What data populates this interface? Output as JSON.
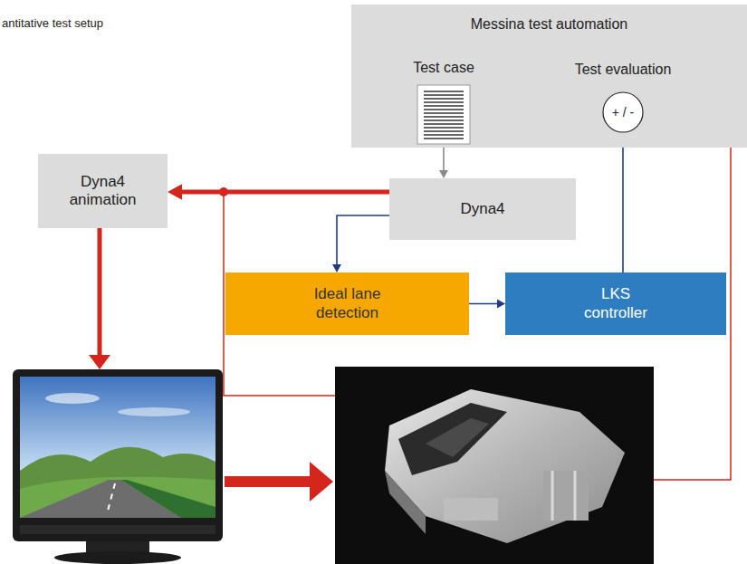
{
  "diagram": {
    "title": "antitative test setup",
    "nodes": [
      {
        "text": [
          "Messina test automation"
        ]
      },
      {
        "text": [
          "Test case"
        ],
        "in": 0
      },
      {
        "text": [
          "Test evaluation",
          "+ / -"
        ],
        "in": 0
      },
      {
        "text": [
          "Dyna4 animation"
        ]
      },
      {
        "text": [
          "Dyna4"
        ]
      },
      {
        "text": [
          "Ideal lane detection"
        ]
      },
      {
        "text": [
          "LKS controller"
        ]
      }
    ],
    "edges": [
      {
        "from": 1,
        "to": 4,
        "arrow": "to"
      },
      {
        "from": 4,
        "to": 3,
        "arrow": "to"
      },
      {
        "from": 4,
        "to": 5,
        "arrow": "to"
      },
      {
        "from": 5,
        "to": 6,
        "arrow": "to"
      },
      {
        "from": 6,
        "to": 2,
        "arrow": "to"
      }
    ]
  }
}
